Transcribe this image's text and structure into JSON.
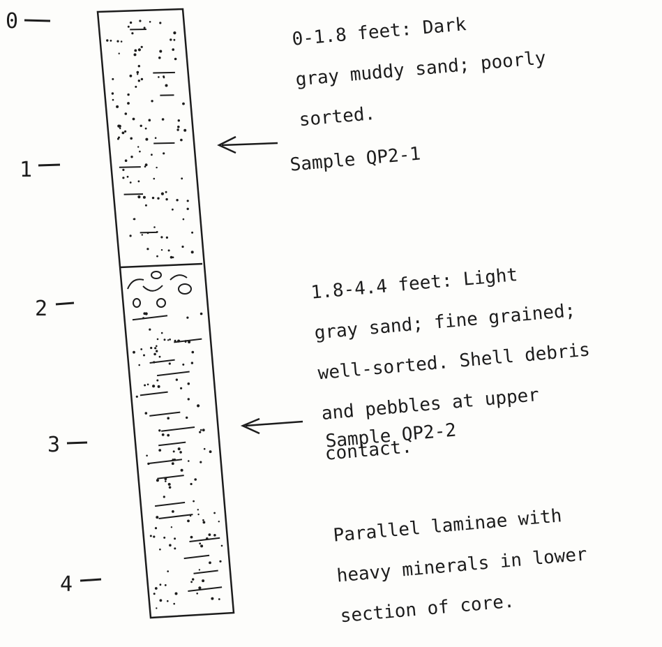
{
  "depth_ticks": [
    {
      "label": "0",
      "value": 0
    },
    {
      "label": "1",
      "value": 1
    },
    {
      "label": "2",
      "value": 2
    },
    {
      "label": "3",
      "value": 3
    },
    {
      "label": "4",
      "value": 4
    }
  ],
  "units": {
    "upper": {
      "lines": [
        "0-1.8 feet:  Dark",
        "gray muddy sand; poorly",
        "sorted."
      ],
      "top_ft": 0,
      "bottom_ft": 1.8
    },
    "lower": {
      "lines": [
        "1.8-4.4 feet:  Light",
        "gray sand; fine grained;",
        "well-sorted. Shell debris",
        "and pebbles at upper",
        "contact."
      ],
      "top_ft": 1.8,
      "bottom_ft": 4.4
    }
  },
  "samples": [
    {
      "label": "Sample QP2-1",
      "depth_ft": 1.05
    },
    {
      "label": "Sample QP2-2",
      "depth_ft": 2.72
    }
  ],
  "note": {
    "lines": [
      "Parallel laminae with",
      "heavy minerals in lower",
      "section of core."
    ]
  },
  "colors": {
    "ink": "#1c1c1c",
    "paper": "#fdfdfb"
  }
}
